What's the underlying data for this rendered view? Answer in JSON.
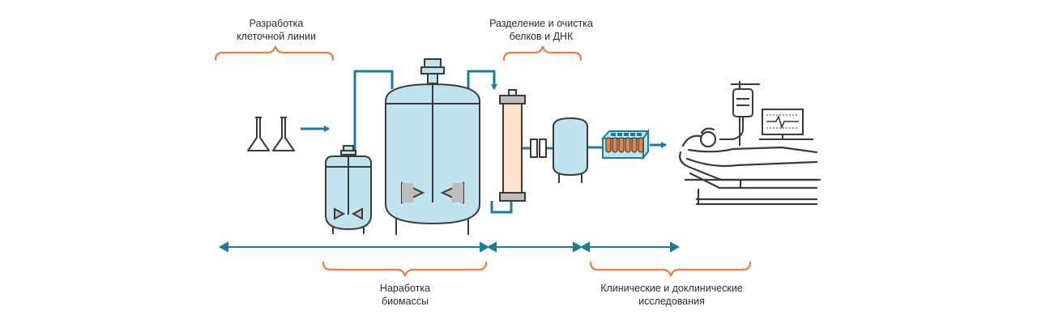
{
  "labels": {
    "cell_line": [
      "Разработка",
      "клеточной линии"
    ],
    "purification": [
      "Разделение и очистка",
      "белков и ДНК"
    ],
    "biomass": [
      "Наработка",
      "биомассы"
    ],
    "clinical": [
      "Клинические и доклинические",
      "исследования"
    ]
  },
  "colors": {
    "pipe": "#1b7c99",
    "outline": "#3a3a3a",
    "vessel_fill": "#bfe4ef",
    "bracket": "#f07c3e",
    "column_fill": "#fde3cc",
    "tube_fill": "#e8823f",
    "mixer_fill": "#bdbdbd"
  },
  "icons": [
    "flask-icon",
    "small-bioreactor-icon",
    "large-bioreactor-icon",
    "chromatography-column-icon",
    "filter-icon",
    "storage-tank-icon",
    "sample-rack-icon",
    "patient-bed-icon",
    "iv-drip-icon",
    "monitor-icon"
  ]
}
